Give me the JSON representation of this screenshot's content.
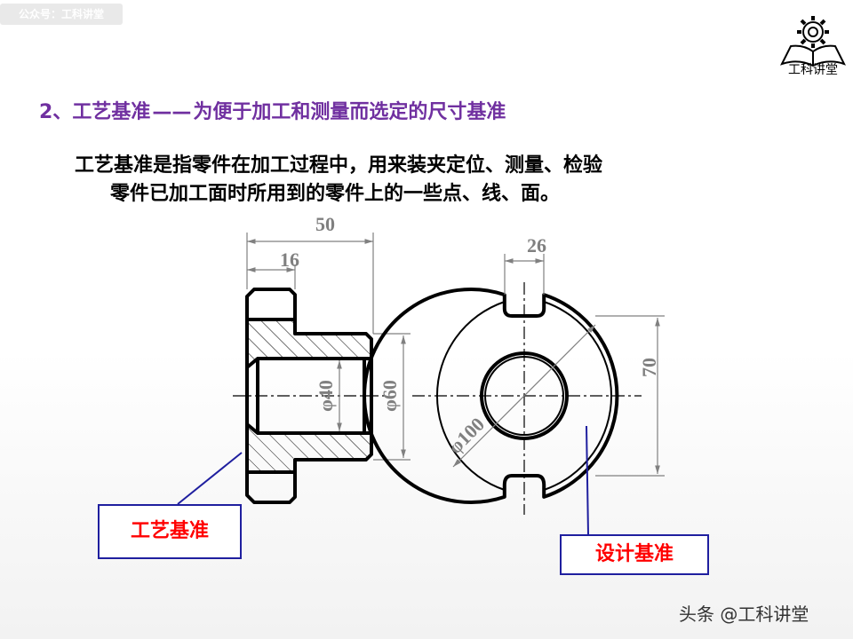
{
  "watermark_top": "公众号：工科讲堂",
  "logo": {
    "text": "工科讲堂",
    "icon": "gear-book-icon"
  },
  "heading": {
    "number": "2、",
    "term": "工艺基准",
    "dash": "——",
    "definition": "为便于加工和测量而选定的尺寸基准"
  },
  "paragraph": {
    "line1": "工艺基准是指零件在加工过程中，用来装夹定位、测量、检验",
    "line2": "零件已加工面时所用到的零件上的一些点、线、面。"
  },
  "dimensions": {
    "overall_length": "50",
    "flange_width": "16",
    "bore_diameter": "φ40",
    "hub_diameter": "φ60",
    "slot_width": "26",
    "flat_distance": "70",
    "outer_diameter": "φ100"
  },
  "callouts": {
    "process_datum": "工艺基准",
    "design_datum": "设计基准"
  },
  "colors": {
    "heading": "#7030a0",
    "callout_text": "#ff0000",
    "callout_border": "#1f1f9f",
    "leader": "#1f1f9f",
    "dimension": "#808080"
  },
  "footer_watermark": "头条 @工科讲堂"
}
